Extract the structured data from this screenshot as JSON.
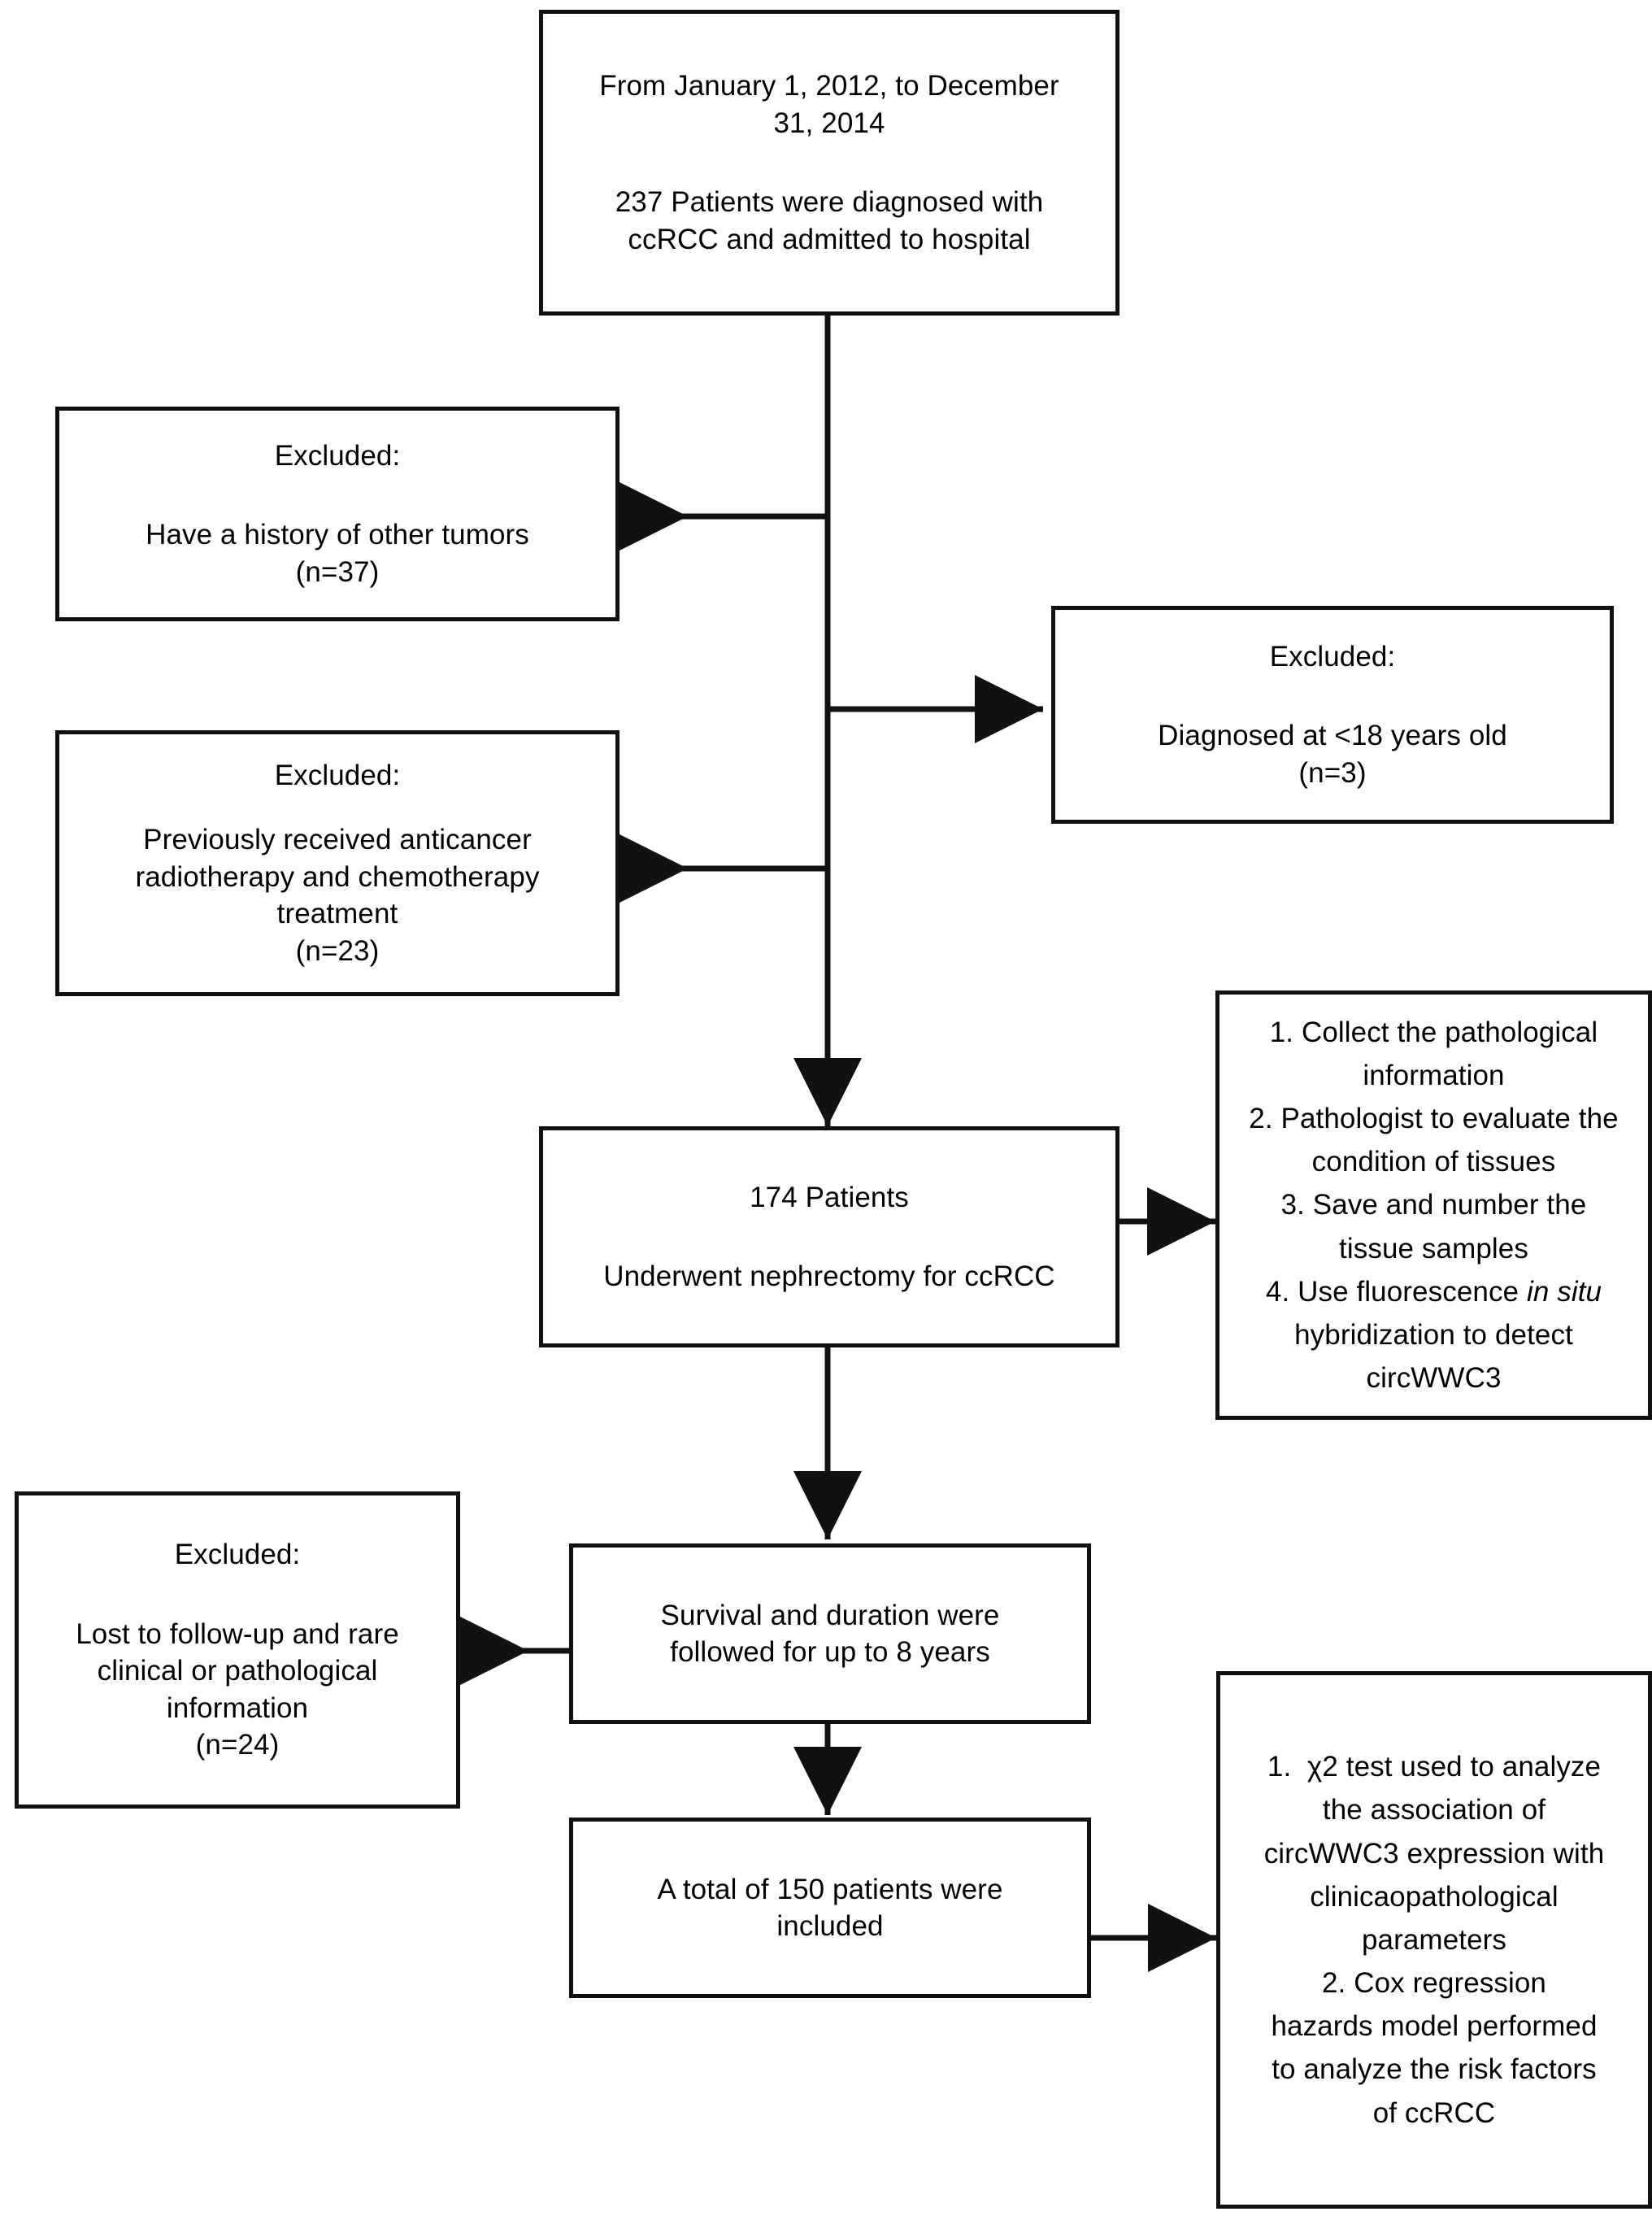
{
  "diagram": {
    "title": "Patient selection flow diagram for ccRCC circWWC3 study",
    "line_color": "#111111",
    "background": "#ffffff",
    "nodes": {
      "enrollment": {
        "period": "From January 1, 2012, to December\n31, 2014",
        "count_line": "237 Patients were diagnosed with\nccRCC and admitted to hospital"
      },
      "excluded_tumors": {
        "heading": "Excluded:",
        "reason": "Have a history of other tumors",
        "n": "(n=37)"
      },
      "excluded_age": {
        "heading": "Excluded:",
        "reason": "Diagnosed at <18 years old",
        "n": "(n=3)"
      },
      "excluded_prior_treatment": {
        "heading": "Excluded:",
        "reason": "Previously received anticancer\nradiotherapy and chemotherapy\ntreatment",
        "n": "(n=23)"
      },
      "nephrectomy": {
        "count_line": "174 Patients",
        "detail": "Underwent nephrectomy for ccRCC"
      },
      "tissue_workflow": {
        "items": [
          "1. Collect the pathological\ninformation",
          "2. Pathologist to evaluate the\ncondition of tissues",
          "3. Save and number the\ntissue samples"
        ],
        "item4_prefix": "4. Use fluorescence ",
        "item4_italic": "in situ",
        "item4_suffix": "\nhybridization to detect\ncircWWC3"
      },
      "excluded_followup": {
        "heading": "Excluded:",
        "reason": "Lost to follow-up and rare\nclinical or pathological\ninformation",
        "n": "(n=24)"
      },
      "followup": {
        "detail": "Survival and duration were\nfollowed for up to 8 years"
      },
      "included": {
        "detail": "A total of 150 patients were\nincluded"
      },
      "statistics": {
        "item1_prefix": "1.  ",
        "item1_chi": "χ2",
        "item1_suffix": " test used to analyze\nthe association of\ncircWWC3 expression with\nclinicaopathological\nparameters",
        "item2": "2. Cox regression\nhazards model performed\nto analyze the risk factors\nof ccRCC"
      }
    }
  }
}
